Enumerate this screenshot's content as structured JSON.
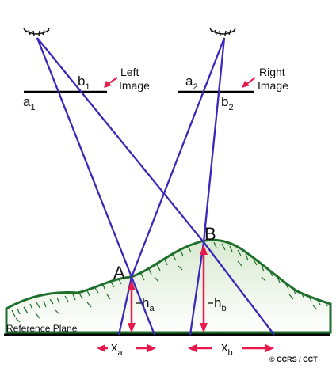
{
  "labels": {
    "left_image_line1": "Left",
    "left_image_line2": "Image",
    "right_image_line1": "Right",
    "right_image_line2": "Image",
    "a1_base": "a",
    "a1_sub": "1",
    "b1_base": "b",
    "b1_sub": "1",
    "a2_base": "a",
    "a2_sub": "2",
    "b2_base": "b",
    "b2_sub": "2",
    "point_a": "A",
    "point_b": "B",
    "ha_base": "h",
    "ha_sub": "a",
    "hb_base": "h",
    "hb_sub": "b",
    "xa_base": "x",
    "xa_sub": "a",
    "xb_base": "x",
    "xb_sub": "b",
    "reference_plane": "Reference Plane",
    "credit": "© CCRS / CCT"
  },
  "colors": {
    "ray": "#3b28b8",
    "measure_arrow": "#e8194b",
    "terrain_fill": "#dbeccd",
    "terrain_edge": "#1e6e2c",
    "ground_line": "#000000"
  },
  "icons": [
    "eye-icon-left",
    "eye-icon-right"
  ]
}
